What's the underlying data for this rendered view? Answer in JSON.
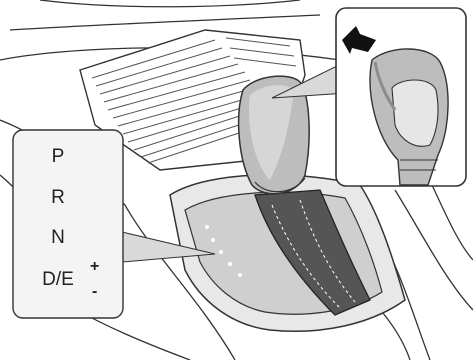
{
  "gear_positions": {
    "park": "P",
    "reverse": "R",
    "neutral": "N",
    "drive": "D/E",
    "plus": "+",
    "minus": "-"
  },
  "icons": {
    "push_arrow": "push-direction-arrow-icon"
  },
  "colors": {
    "line": "#333333",
    "knob_fill": "#bdbdbd",
    "knob_shade": "#8c8c8c",
    "panel_fill": "#f4f4f4",
    "pointer_fill": "#d9d9d9",
    "boot_fill": "#555555"
  }
}
